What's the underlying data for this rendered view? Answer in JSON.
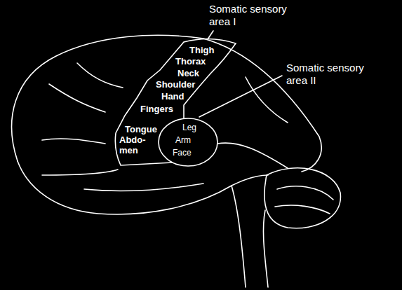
{
  "diagram": {
    "nodes": [
      {
        "text": [
          "Thigh",
          "Thorax",
          "Neck",
          "Shoulder",
          "Hand",
          "Fingers",
          "Tongue",
          "Abdo- men"
        ]
      },
      {
        "text": [
          "Leg",
          "Arm",
          "Face"
        ]
      }
    ],
    "labels": [
      "Somatic sensory area I",
      "Somatic sensory area II"
    ]
  }
}
